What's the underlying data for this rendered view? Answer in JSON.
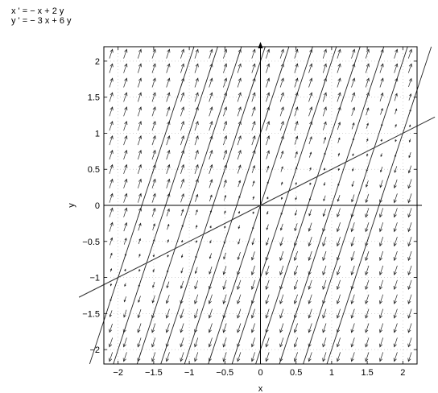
{
  "equations": [
    "x ' = − x + 2 y",
    "y ' = − 3 x + 6 y"
  ],
  "chart_data": {
    "type": "vector-field",
    "x_ticks": [
      "−2",
      "−1.5",
      "−1",
      "−0.5",
      "0",
      "0.5",
      "1",
      "1.5",
      "2"
    ],
    "y_ticks": [
      "2",
      "1.5",
      "1",
      "0.5",
      "0",
      "−0.5",
      "−1",
      "−1.5",
      "−2"
    ],
    "xlabel": "x",
    "ylabel": "y",
    "xlim": [
      -2.2,
      2.2
    ],
    "ylim": [
      -2.2,
      2.2
    ],
    "grid": true,
    "field": {
      "dx": [
        -1,
        2
      ],
      "dy": [
        -3,
        6
      ]
    },
    "equilibrium_line_slope": 0.5,
    "trajectory_slope": 3,
    "trajectory_intercepts": [
      -5,
      -4,
      -3,
      -2,
      -1,
      0,
      1,
      2,
      3,
      4,
      5
    ]
  }
}
